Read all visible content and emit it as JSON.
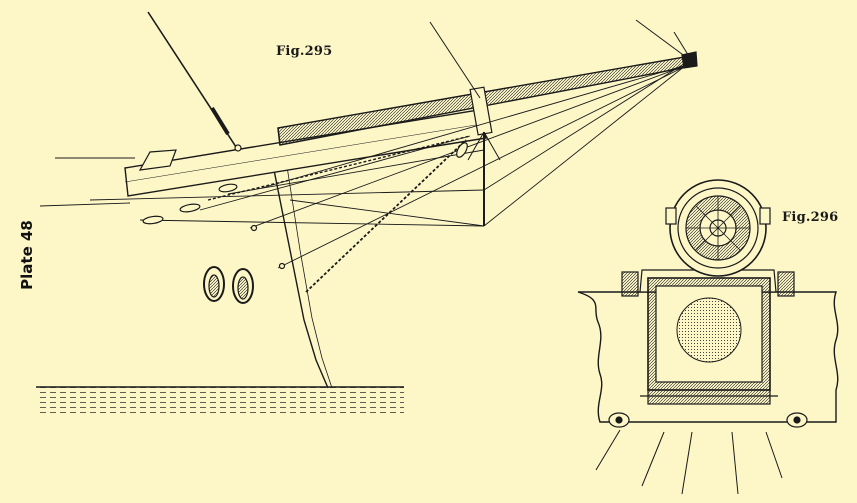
{
  "plate": {
    "label": "Plate 48"
  },
  "figures": [
    {
      "id": "fig295",
      "label": "Fig.295"
    },
    {
      "id": "fig296",
      "label": "Fig.296"
    }
  ],
  "colors": {
    "paper": "#fdf7c8",
    "ink": "#1a1a1a"
  }
}
